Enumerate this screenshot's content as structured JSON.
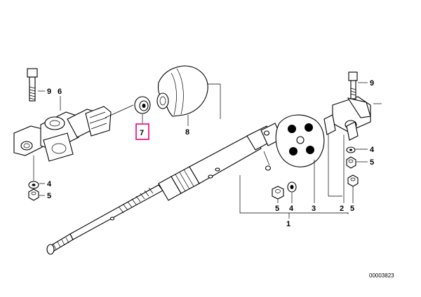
{
  "diagram": {
    "drawing_number": "00003823",
    "highlighted_callout": "7",
    "highlight_color": "#e6007e",
    "callouts": {
      "bolt_left": "9",
      "joint_left": "6",
      "washer_left": "4",
      "nut_left": "5",
      "bushing": "7",
      "boot": "8",
      "bolt_right": "9",
      "washer_right": "4",
      "nut_right": "5",
      "nut_bottom": "5",
      "washer_bottom": "4",
      "disc": "3",
      "flange": "2",
      "nut_far": "5",
      "assembly": "1"
    }
  }
}
